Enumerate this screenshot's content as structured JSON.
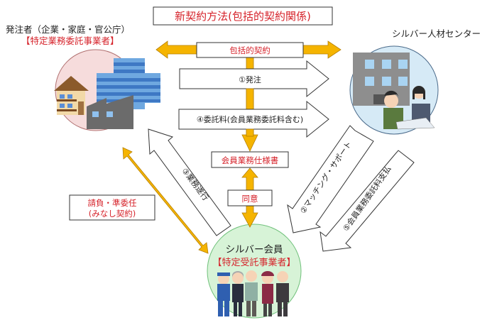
{
  "title": "新契約方法(包括的契約関係)",
  "client": {
    "name": "発注者（企業・家庭・官公庁）",
    "role": "【特定業務委託事業者】"
  },
  "center": {
    "name": "シルバー人材センター"
  },
  "member": {
    "name": "シルバー会員",
    "role": "【特定受託事業者】"
  },
  "labels": {
    "comprehensive_contract": "包括的契約",
    "order": "①発注",
    "fee": "④委託料(会員業務委託料含む)",
    "spec": "会員業務仕様書",
    "consent": "同意",
    "execution": "③業務遂行",
    "matching": "②マッチング・サポート",
    "payment": "⑤会員業務委託料支払",
    "contract_type_line1": "請負・準委任",
    "contract_type_line2": "(みなし契約)"
  },
  "colors": {
    "accent_orange": "#f5b400",
    "text_red": "#d6232b",
    "client_circle": "#f6dcdc",
    "center_circle": "#d6eaf6",
    "member_circle": "#d7f3d7"
  }
}
